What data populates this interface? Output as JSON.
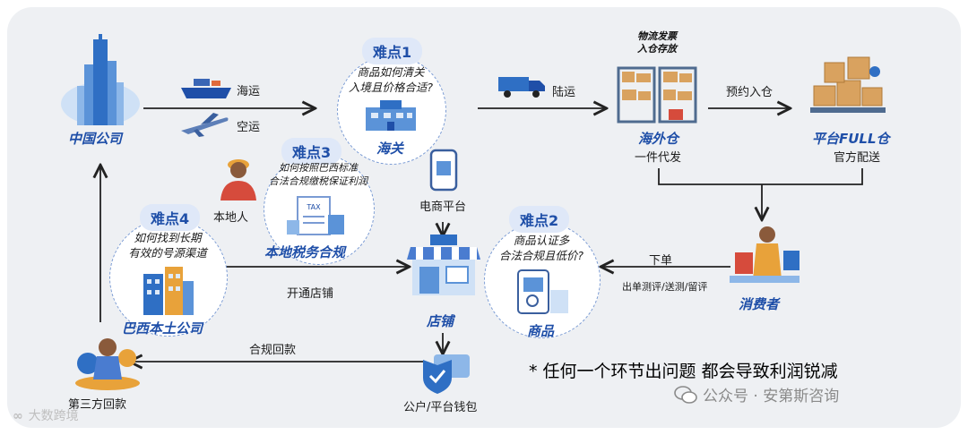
{
  "china_company": "中国公司",
  "sea": "海运",
  "air": "空运",
  "land": "陆运",
  "customs": {
    "tag": "难点1",
    "question": [
      "商品如何清关",
      "入境且价格合适?"
    ],
    "title": "海关"
  },
  "overseas_wh": {
    "caption": [
      "物流发票",
      "入仓存放"
    ],
    "title": "海外仓",
    "sub": "一件代发"
  },
  "book_in": "预约入仓",
  "full_wh": {
    "title": "平台FULL仓",
    "sub": "官方配送"
  },
  "local_person": "本地人",
  "tax": {
    "tag": "难点3",
    "question": [
      "如何按照巴西标准",
      "合法合规缴税保证利润"
    ],
    "title": "本地税务合规"
  },
  "ecommerce": "电商平台",
  "product": {
    "tag": "难点2",
    "question": [
      "商品认证多",
      "合法合规且低价?"
    ],
    "title": "商品"
  },
  "brazil": {
    "tag": "难点4",
    "question": [
      "如何找到长期",
      "有效的号源渠道"
    ],
    "title": "巴西本土公司"
  },
  "open_store": "开通店铺",
  "store": "店铺",
  "order": "下单",
  "order_sub": "出单测评/送测/留评",
  "consumer": "消费者",
  "refund": "合规回款",
  "third_party": "第三方回款",
  "wallet": "公户/平台钱包",
  "note": "* 任何一个环节出问题 都会导致利润锐减",
  "watermark": "公众号 · 安第斯咨询",
  "corner_logo": "大数跨境",
  "colors": {
    "blue": "#1f4fa8",
    "panel": "#eef0f3",
    "pill": "#dfe8f8"
  }
}
